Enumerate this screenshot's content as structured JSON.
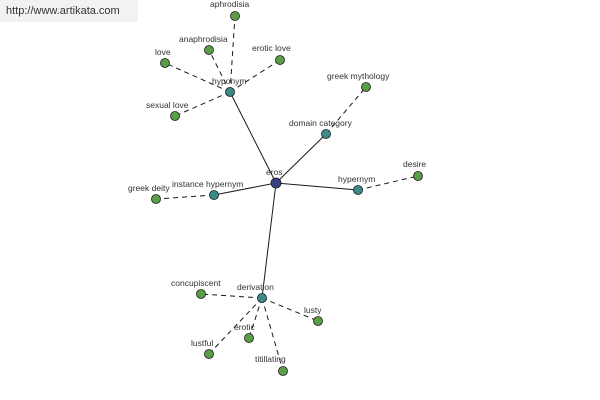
{
  "source_url": "http://www.artikata.com",
  "colors": {
    "center": "#3b3f86",
    "relation": "#3a8c8c",
    "leaf": "#5a9e48",
    "edge": "#1a1a1a"
  },
  "graph": {
    "center": {
      "id": "eros",
      "label": "eros"
    },
    "relations": [
      {
        "id": "hyponym",
        "label": "hyponym"
      },
      {
        "id": "domain",
        "label": "domain category"
      },
      {
        "id": "hypernym",
        "label": "hypernym"
      },
      {
        "id": "instance",
        "label": "instance hypernym"
      },
      {
        "id": "derivation",
        "label": "derivation"
      }
    ],
    "leaves": [
      {
        "id": "aphrodisia",
        "label": "aphrodisia",
        "parent": "hyponym"
      },
      {
        "id": "anaphrodisia",
        "label": "anaphrodisia",
        "parent": "hyponym"
      },
      {
        "id": "love",
        "label": "love",
        "parent": "hyponym"
      },
      {
        "id": "erotic-love",
        "label": "erotic love",
        "parent": "hyponym"
      },
      {
        "id": "sexual-love",
        "label": "sexual love",
        "parent": "hyponym"
      },
      {
        "id": "greek-mythology",
        "label": "greek mythology",
        "parent": "domain"
      },
      {
        "id": "desire",
        "label": "desire",
        "parent": "hypernym"
      },
      {
        "id": "greek-deity",
        "label": "greek deity",
        "parent": "instance"
      },
      {
        "id": "concupiscent",
        "label": "concupiscent",
        "parent": "derivation"
      },
      {
        "id": "lusty",
        "label": "lusty",
        "parent": "derivation"
      },
      {
        "id": "erotic",
        "label": "erotic",
        "parent": "derivation"
      },
      {
        "id": "lustful",
        "label": "lustful",
        "parent": "derivation"
      },
      {
        "id": "titillating",
        "label": "titillating",
        "parent": "derivation"
      }
    ]
  }
}
